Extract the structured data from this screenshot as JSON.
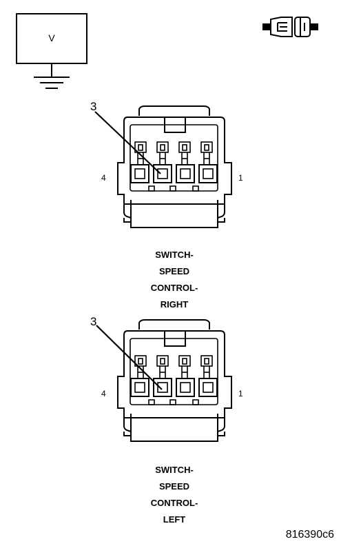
{
  "meter": {
    "label": "V"
  },
  "connectors": [
    {
      "callout": "3",
      "pin_left": "4",
      "pin_right": "1",
      "caption": [
        "SWITCH-",
        "SPEED",
        "CONTROL-",
        "RIGHT"
      ]
    },
    {
      "callout": "3",
      "pin_left": "4",
      "pin_right": "1",
      "caption": [
        "SWITCH-",
        "SPEED",
        "CONTROL-",
        "LEFT"
      ]
    }
  ],
  "figure_id": "816390c6",
  "icons": {
    "meter_ground": "ground-icon",
    "connector_symbol": "connector-icon"
  }
}
